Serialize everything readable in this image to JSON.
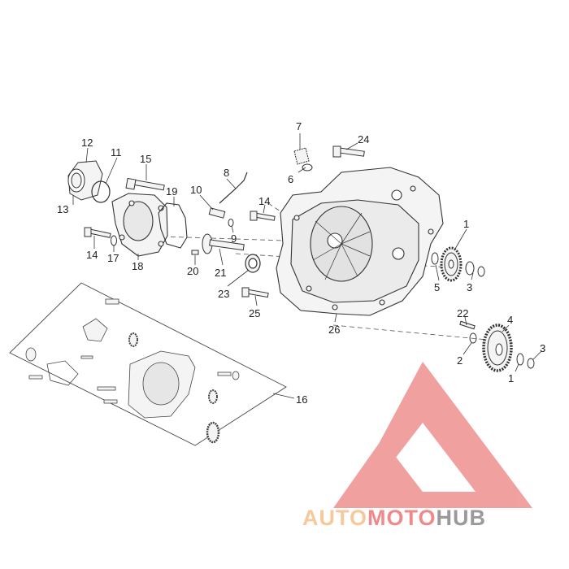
{
  "callouts": {
    "c1a": "1",
    "c1b": "1",
    "c2": "2",
    "c3a": "3",
    "c3b": "3",
    "c4": "4",
    "c5": "5",
    "c6": "6",
    "c7": "7",
    "c8": "8",
    "c9": "9",
    "c10": "10",
    "c11": "11",
    "c12": "12",
    "c13": "13",
    "c14a": "14",
    "c14b": "14",
    "c15": "15",
    "c16": "16",
    "c17": "17",
    "c18": "18",
    "c19": "19",
    "c20": "20",
    "c21": "21",
    "c22": "22",
    "c23": "23",
    "c24": "24",
    "c25": "25",
    "c26": "26"
  },
  "watermark": {
    "part_auto": "AUTO",
    "part_moto": "MOTO",
    "part_hub": "HUB",
    "color_auto": "#f6c99a",
    "color_moto": "#f08a8a",
    "color_hub": "#9a9a9a",
    "mark_color": "#ef9090"
  },
  "colors": {
    "line": "#333333",
    "part_fill": "#f4f4f4"
  }
}
